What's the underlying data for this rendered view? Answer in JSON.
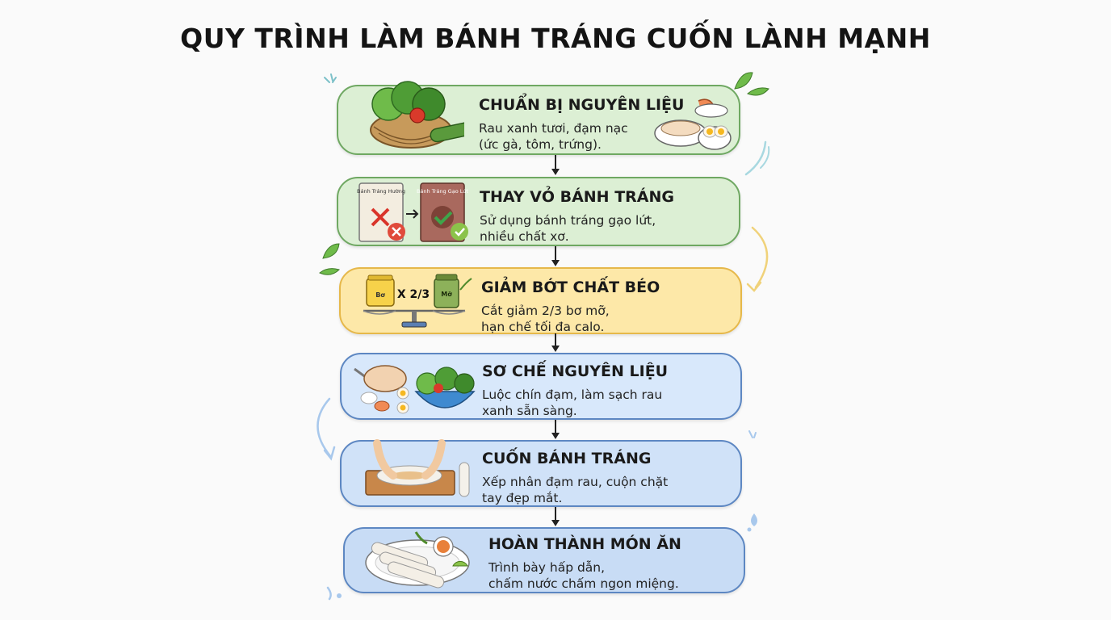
{
  "title": "QUY TRÌNH LÀM BÁNH TRÁNG CUỐN LÀNH MẠNH",
  "colors": {
    "green_fill": "#dcefd4",
    "green_border": "#6fa862",
    "yellow_fill": "#fde8a8",
    "yellow_border": "#e6b84a",
    "blue_fill": "#d8e8fb",
    "blue_border": "#5d87c2"
  },
  "steps": [
    {
      "title": "CHUẨN BỊ NGUYÊN LIỆU",
      "desc_lines": [
        "Rau xanh tươi, đạm nạc",
        "(ức gà, tôm, trứng)."
      ],
      "theme": "green",
      "icons": [
        "vegetable-basket-icon",
        "shrimp-chicken-egg-bowls-icon"
      ]
    },
    {
      "title": "THAY VỎ BÁNH TRÁNG",
      "desc_lines": [
        "Sử dụng bánh tráng gạo lứt,",
        "nhiều chất xơ."
      ],
      "theme": "green",
      "icons": [
        "rice-paper-pack-swap-icon"
      ],
      "pack_labels": {
        "old": "Bánh Tráng Hường",
        "new": "Bánh Tráng Gạo Lứt"
      }
    },
    {
      "title": "GIẢM BỚT CHẤT BÉO",
      "desc_lines": [
        "Cắt giảm 2/3 bơ mỡ,",
        "hạn chế tối đa calo."
      ],
      "theme": "yellow",
      "icons": [
        "scale-butter-oil-icon"
      ],
      "scale_label": "X 2/3",
      "jar_labels": {
        "butter": "Bơ",
        "oil": "Mỡ"
      }
    },
    {
      "title": "SƠ CHẾ NGUYÊN LIỆU",
      "desc_lines": [
        "Luộc chín đạm, làm sạch rau",
        "xanh sẵn sàng."
      ],
      "theme": "blue",
      "icons": [
        "chicken-knife-salad-bowl-icon"
      ]
    },
    {
      "title": "CUỐN BÁNH TRÁNG",
      "desc_lines": [
        "Xếp nhân đạm rau, cuộn chặt",
        "tay đẹp mắt."
      ],
      "theme": "blue",
      "icons": [
        "hands-rolling-icon"
      ]
    },
    {
      "title": "HOÀN THÀNH MÓN ĂN",
      "desc_lines": [
        "Trình bày hấp dẫn,",
        "chấm nước chấm ngon miệng."
      ],
      "theme": "blue",
      "icons": [
        "spring-roll-plate-icon"
      ]
    }
  ]
}
